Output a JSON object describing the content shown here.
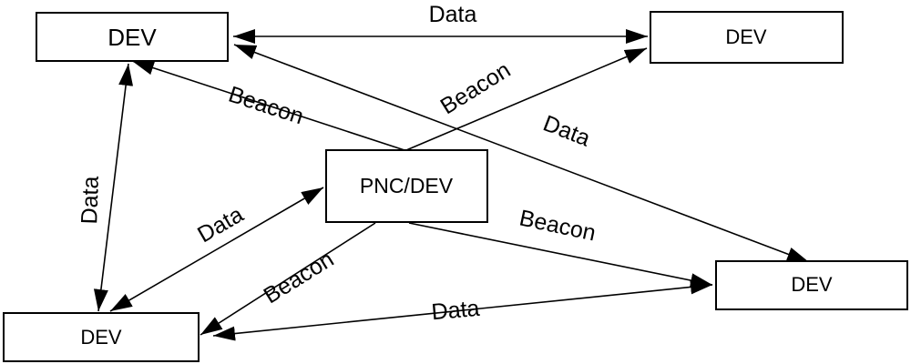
{
  "colors": {
    "line": "#000000",
    "box_fill": "#ffffff",
    "background": "#ffffff"
  },
  "nodes": {
    "dev_top_left": "DEV",
    "dev_top_right": "DEV",
    "pnc": "PNC/DEV",
    "dev_right": "DEV",
    "dev_bottom_left": "DEV"
  },
  "edges": {
    "data_top": "Data",
    "beacon_to_top_left": "Beacon",
    "beacon_to_top_right": "Beacon",
    "data_diagonal": "Data",
    "data_vertical": "Data",
    "data_to_pnc": "Data",
    "beacon_to_right": "Beacon",
    "beacon_to_bottom_left": "Beacon",
    "data_bottom": "Data"
  }
}
